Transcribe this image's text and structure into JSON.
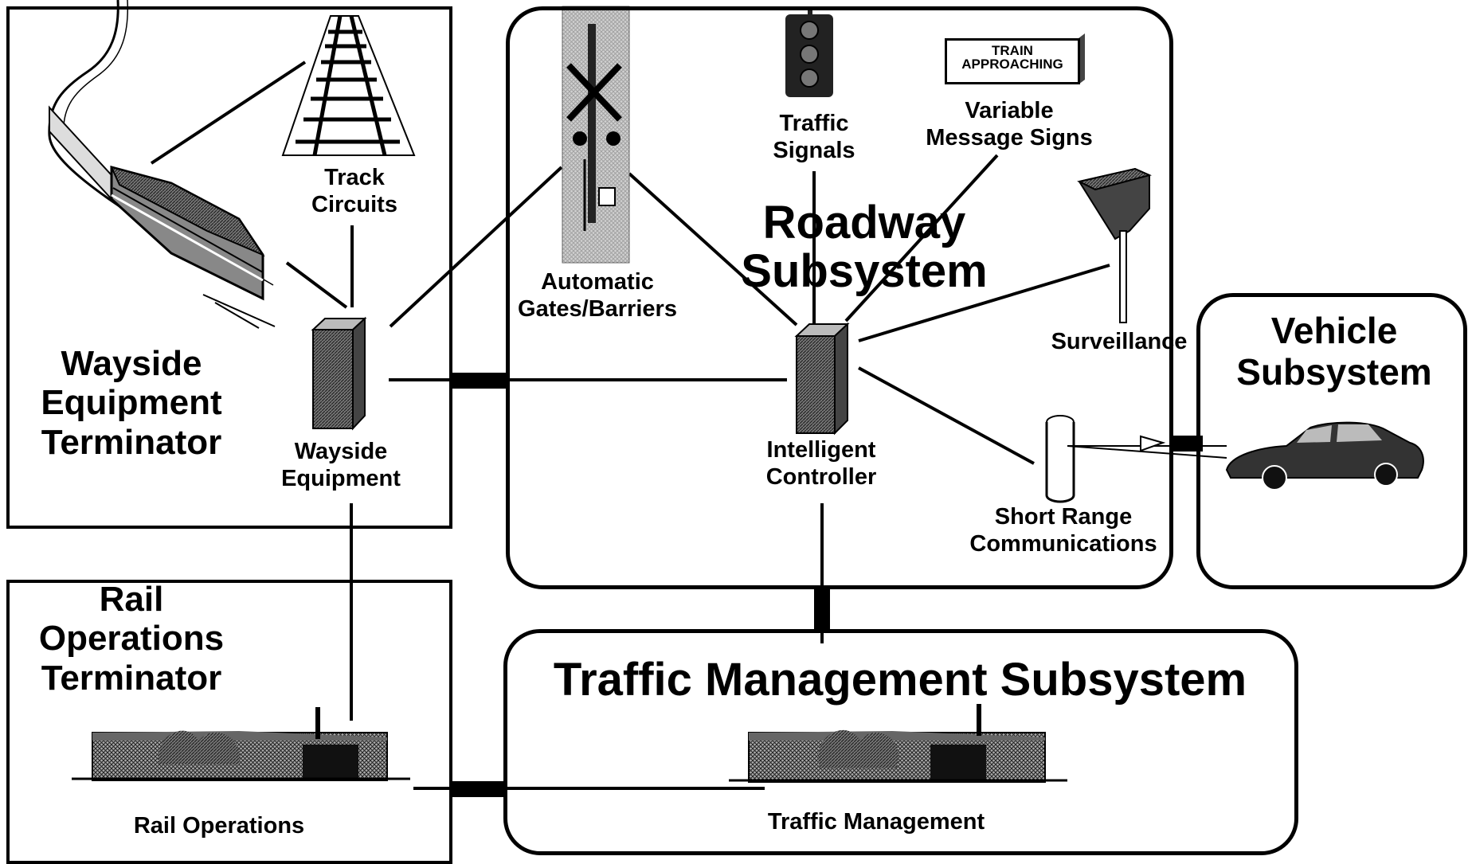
{
  "terminators": {
    "wayside": {
      "title_line1": "Wayside",
      "title_line2": "Equipment",
      "title_line3": "Terminator"
    },
    "rail_ops": {
      "title_line1": "Rail",
      "title_line2": "Operations",
      "title_line3": "Terminator"
    }
  },
  "subsystems": {
    "roadway": {
      "title_line1": "Roadway",
      "title_line2": "Subsystem"
    },
    "vehicle": {
      "title_line1": "Vehicle",
      "title_line2": "Subsystem"
    },
    "traffic_management": {
      "title": "Traffic Management Subsystem"
    }
  },
  "components": {
    "track_circuits": {
      "line1": "Track",
      "line2": "Circuits"
    },
    "wayside_equipment": {
      "line1": "Wayside",
      "line2": "Equipment"
    },
    "automatic_gates": {
      "line1": "Automatic",
      "line2": "Gates/Barriers"
    },
    "traffic_signals": {
      "line1": "Traffic",
      "line2": "Signals"
    },
    "variable_message_signs": {
      "line1": "Variable",
      "line2": "Message Signs"
    },
    "surveillance": {
      "label": "Surveillance"
    },
    "intelligent_controller": {
      "line1": "Intelligent",
      "line2": "Controller"
    },
    "short_range_comm": {
      "line1": "Short Range",
      "line2": "Communications"
    },
    "rail_operations": {
      "label": "Rail Operations"
    },
    "traffic_management": {
      "label": "Traffic Management"
    }
  },
  "vms_sign": {
    "line1": "TRAIN",
    "line2": "APPROACHING"
  },
  "icons": [
    "train-icon",
    "track-icon",
    "cabinet-icon",
    "crossing-gate-icon",
    "traffic-light-icon",
    "message-sign-icon",
    "camera-icon",
    "transceiver-icon",
    "car-icon",
    "building-icon"
  ]
}
